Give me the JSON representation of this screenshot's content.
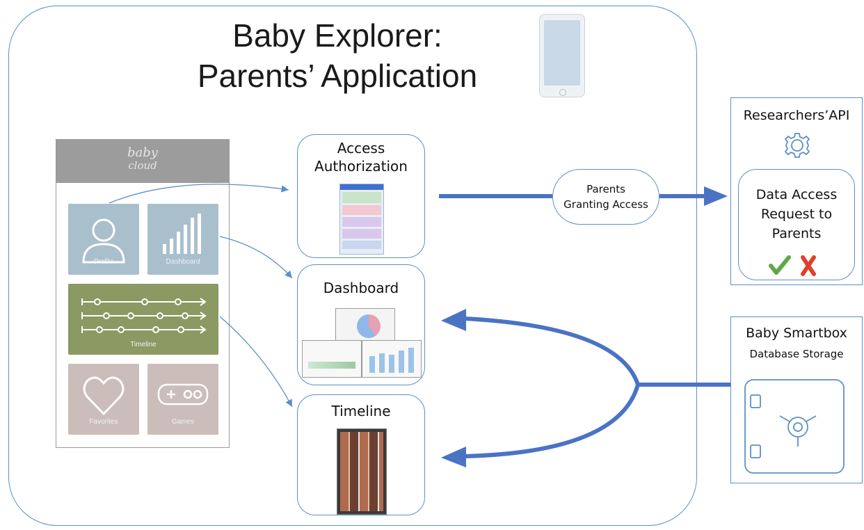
{
  "title": {
    "line1": "Baby Explorer:",
    "line2": "Parents’ Application"
  },
  "phone_app": {
    "logo_top": "baby",
    "logo_bottom": "cloud",
    "tiles": [
      {
        "label": "Profile",
        "icon": "person-icon"
      },
      {
        "label": "Dashboard",
        "icon": "bar-chart-icon"
      },
      {
        "label": "Timeline",
        "icon": "timeline-icon"
      },
      {
        "label": "Favorites",
        "icon": "heart-icon"
      },
      {
        "label": "Games",
        "icon": "gamepad-icon"
      }
    ]
  },
  "nodes": {
    "access": {
      "line1": "Access",
      "line2": "Authorization"
    },
    "dashboard": {
      "label": "Dashboard"
    },
    "timeline": {
      "label": "Timeline"
    },
    "granting": {
      "line1": "Parents",
      "line2": "Granting Access"
    }
  },
  "researchers": {
    "title": "Researchers’API",
    "request": {
      "line1": "Data Access",
      "line2": "Request to",
      "line3": "Parents"
    },
    "icons": [
      "gear-icon",
      "check-icon",
      "cross-icon"
    ]
  },
  "smartbox": {
    "title": "Baby Smartbox",
    "subtitle": "Database Storage",
    "icon": "safe-icon"
  },
  "colors": {
    "frame": "#5b8fc9",
    "arrow": "#4a73c4",
    "tile_blue": "#a9bfcc",
    "tile_green": "#8a9a62",
    "tile_pink": "#cbbdb9",
    "header_gray": "#9c9c9c"
  }
}
